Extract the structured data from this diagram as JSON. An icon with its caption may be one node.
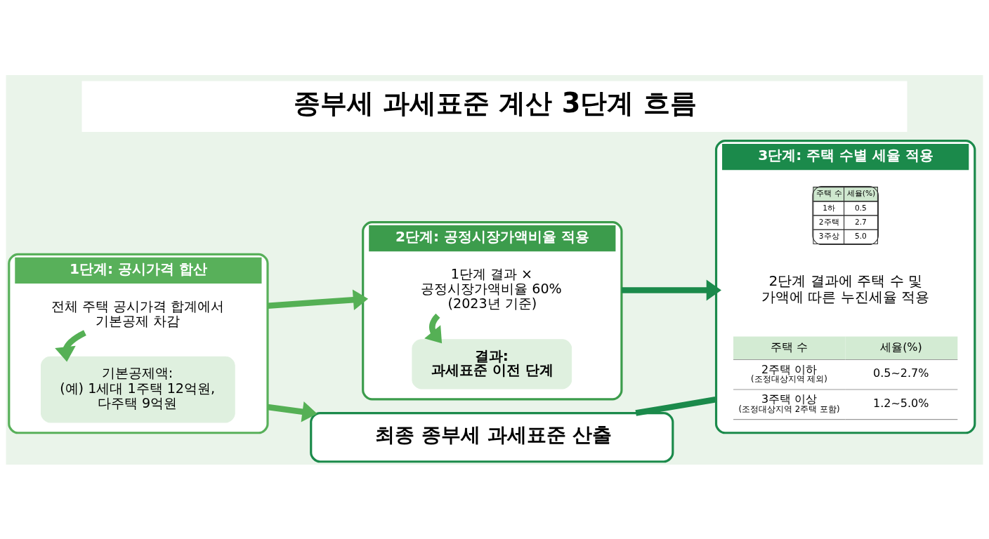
{
  "diagram": {
    "title": "종부세 과세표준 계산 3단계 흐름",
    "nodes": [
      {
        "text": [
          "1단계: 공시가격 합산"
        ]
      },
      {
        "text": [
          "전체 주택 공시가격 합계에서 기본공제 차감"
        ],
        "in": 0
      },
      {
        "text": [
          "기본공제액: (예) 1세대 1주택 12억원, 다주택 9억원"
        ],
        "in": 0
      },
      {
        "text": [
          "2단계: 공정시장가액비율 적용"
        ]
      },
      {
        "text": [
          "1단계 결과 × 공정시장가액비율 60% (2023년 기준)"
        ],
        "in": 3
      },
      {
        "text": [
          "결과: 과세표준 이전 단계"
        ],
        "in": 3
      },
      {
        "text": [
          "3단계: 주택 수별 세율 적용"
        ]
      },
      {
        "text": [
          "최종 종부세 과세표준 산출"
        ]
      }
    ],
    "edges": [
      {
        "from": 1,
        "to": 2,
        "arrow": "to"
      },
      {
        "from": 4,
        "to": 5,
        "arrow": "to"
      },
      {
        "from": 0,
        "to": 3,
        "arrow": "to"
      },
      {
        "from": 3,
        "to": 6,
        "arrow": "to",
        "color": "#1b8a4b"
      },
      {
        "from": 0,
        "to": 7,
        "arrow": "to"
      },
      {
        "from": 6,
        "to": 7,
        "arrow": "none",
        "color": "#1b8a4b"
      }
    ],
    "labels": [
      "주택 수",
      "세율(%)",
      "1하",
      "0.5",
      "2주택",
      "2.7",
      "3주상",
      "5.0",
      "2단계 결과에 주택 수 및 가액에 따른 누진세율 적용",
      "주택 수",
      "세율(%)",
      "2주택 이하",
      "(조정대상지역 제외)",
      "0.5~2.7%",
      "3주택 이상",
      "(조정대상지역 2주택 포함)",
      "1.2~5.0%"
    ]
  }
}
